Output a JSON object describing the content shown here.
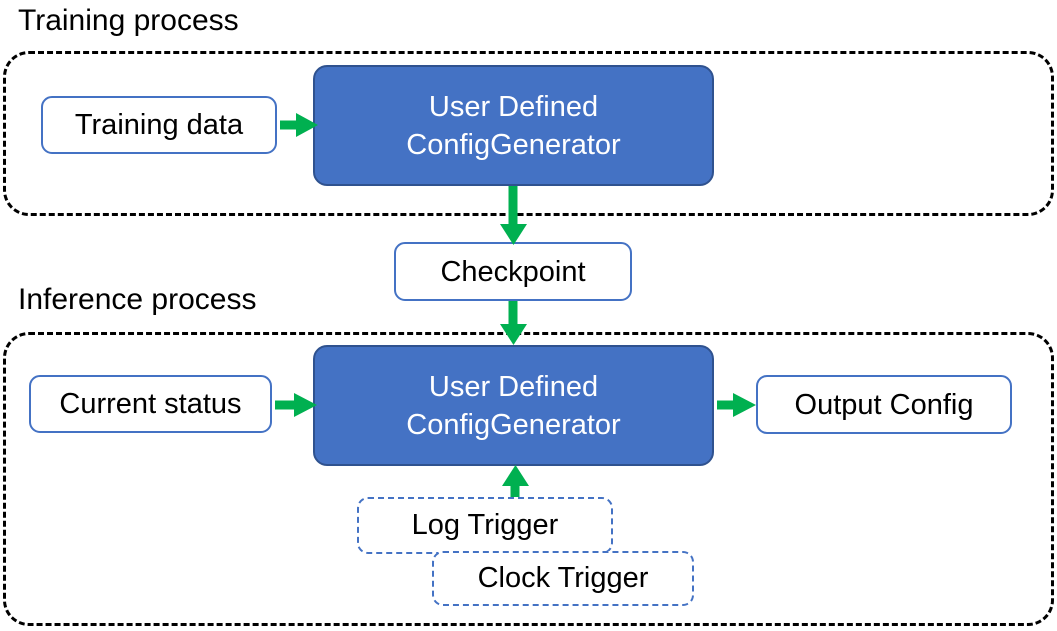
{
  "diagram": {
    "title_training": "Training process",
    "title_inference": "Inference process",
    "colors": {
      "node_fill_blue": "#4472C4",
      "node_border_blue": "#2F528F",
      "outline_blue": "#4472C4",
      "arrow_green": "#00B050",
      "group_border": "#000000",
      "text_dark": "#000000",
      "text_light": "#FFFFFF",
      "background": "#FFFFFF"
    }
  },
  "training": {
    "group_label": "Training process",
    "input": {
      "label": "Training data"
    },
    "generator": {
      "line1": "User Defined",
      "line2": "ConfigGenerator"
    }
  },
  "checkpoint": {
    "label": "Checkpoint"
  },
  "inference": {
    "group_label": "Inference process",
    "input": {
      "label": "Current status"
    },
    "generator": {
      "line1": "User Defined",
      "line2": "ConfigGenerator"
    },
    "output": {
      "label": "Output Config"
    },
    "triggers": [
      {
        "label": "Log Trigger"
      },
      {
        "label": "Clock Trigger"
      }
    ]
  },
  "edges": [
    {
      "id": "training-data-to-generator",
      "from": "Training data",
      "to": "User Defined ConfigGenerator",
      "direction": "right"
    },
    {
      "id": "generator-to-checkpoint",
      "from": "User Defined ConfigGenerator",
      "to": "Checkpoint",
      "direction": "down"
    },
    {
      "id": "checkpoint-to-inference-generator",
      "from": "Checkpoint",
      "to": "User Defined ConfigGenerator",
      "direction": "down"
    },
    {
      "id": "current-status-to-generator",
      "from": "Current status",
      "to": "User Defined ConfigGenerator",
      "direction": "right"
    },
    {
      "id": "generator-to-output-config",
      "from": "User Defined ConfigGenerator",
      "to": "Output Config",
      "direction": "right"
    },
    {
      "id": "triggers-to-generator",
      "from": "Log Trigger",
      "to": "User Defined ConfigGenerator",
      "direction": "up"
    }
  ]
}
